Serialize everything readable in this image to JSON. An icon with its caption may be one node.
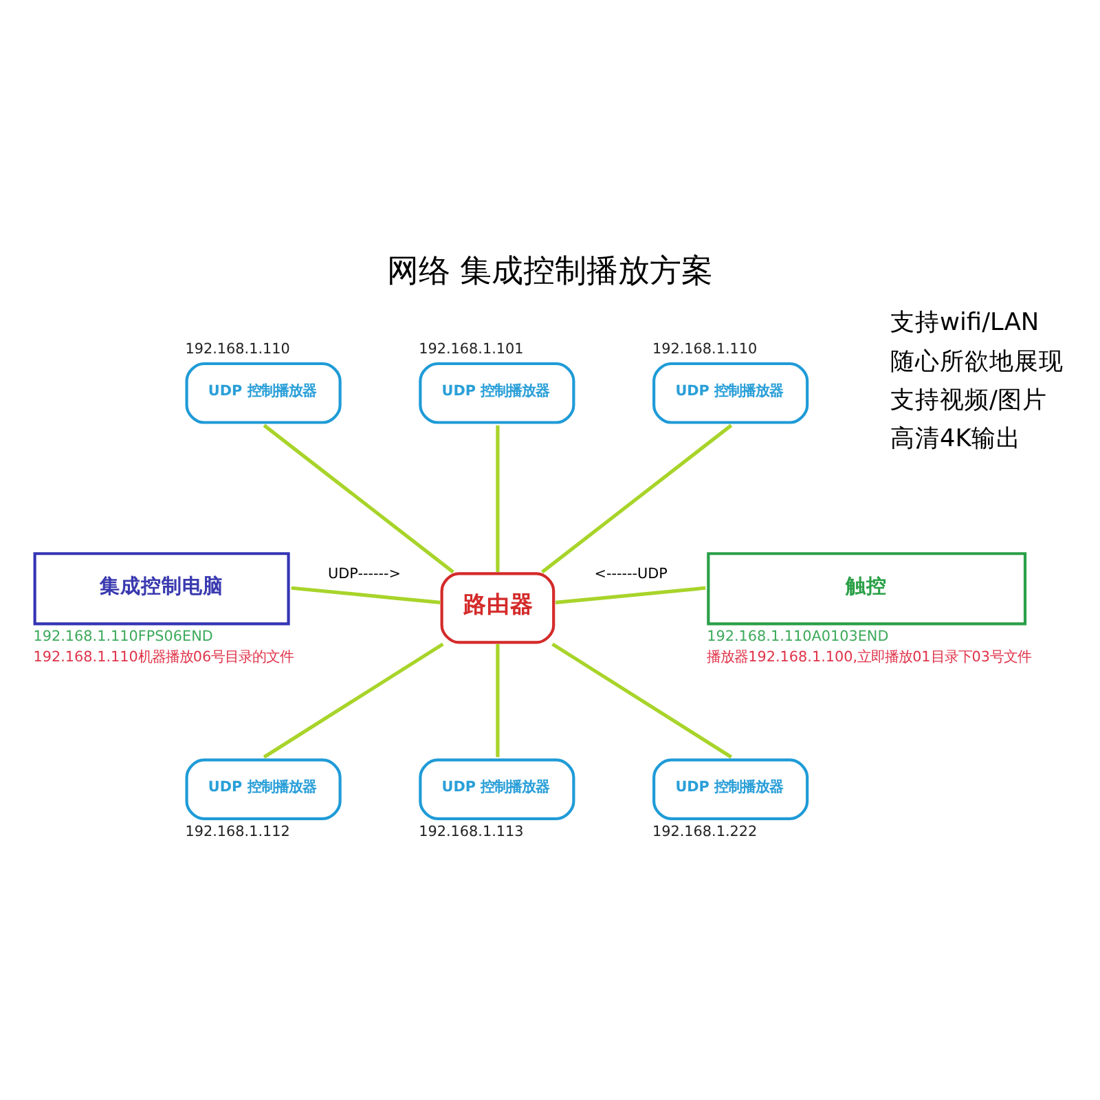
{
  "diagram": {
    "title": "网络 集成控制播放方案",
    "nodes": [
      {
        "text": [
          "UDP 控制播放器"
        ],
        "beside": [
          "192.168.1.110"
        ]
      },
      {
        "text": [
          "UDP 控制播放器"
        ],
        "beside": [
          "192.168.1.101"
        ]
      },
      {
        "text": [
          "UDP 控制播放器"
        ],
        "beside": [
          "192.168.1.110"
        ]
      },
      {
        "text": [
          "集成控制电脑"
        ],
        "beside": [
          "192.168.1.110FPS06END",
          "192.168.1.110机器播放06号目录的文件"
        ]
      },
      {
        "text": [
          "路由器"
        ]
      },
      {
        "text": [
          "触控"
        ],
        "beside": [
          "192.168.1.110A0103END",
          "播放器192.168.1.100,立即播放01目录下03号文件"
        ]
      },
      {
        "text": [
          "UDP 控制播放器"
        ],
        "beside": [
          "192.168.1.112"
        ]
      },
      {
        "text": [
          "UDP 控制播放器"
        ],
        "beside": [
          "192.168.1.113"
        ]
      },
      {
        "text": [
          "UDP 控制播放器"
        ],
        "beside": [
          "192.168.1.222"
        ]
      }
    ],
    "edges": [
      {
        "from": 0,
        "to": 4,
        "arrow": "none"
      },
      {
        "from": 1,
        "to": 4,
        "arrow": "none"
      },
      {
        "from": 2,
        "to": 4,
        "arrow": "none"
      },
      {
        "from": 3,
        "to": 4,
        "arrow": "none",
        "label": "UDP------>"
      },
      {
        "from": 4,
        "to": 5,
        "arrow": "none",
        "label": "<------UDP"
      },
      {
        "from": 4,
        "to": 6,
        "arrow": "none"
      },
      {
        "from": 4,
        "to": 7,
        "arrow": "none"
      },
      {
        "from": 4,
        "to": 8,
        "arrow": "none"
      }
    ],
    "labels": [
      "支持wifi/LAN",
      "随心所欲地展现",
      "支持视频/图片",
      "高清4K输出"
    ]
  }
}
